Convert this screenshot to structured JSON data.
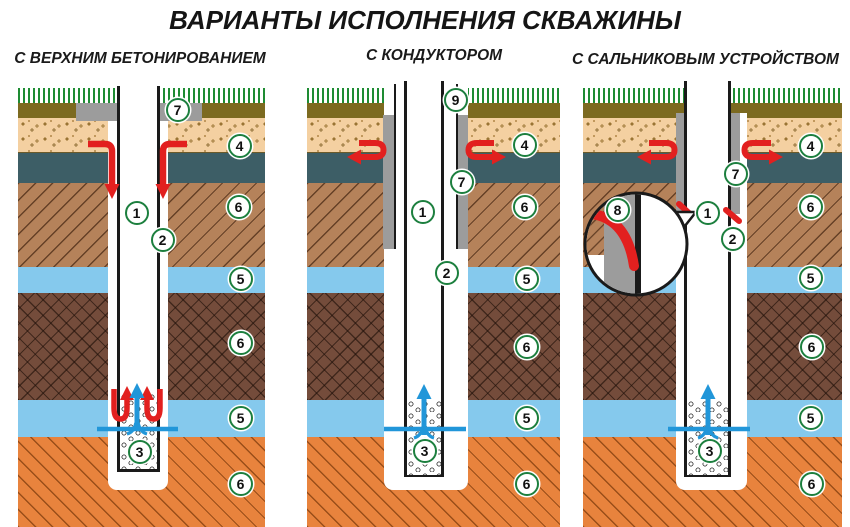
{
  "title": "ВАРИАНТЫ ИСПОЛНЕНИЯ СКВАЖИНЫ",
  "panels": [
    {
      "title": "С ВЕРХНИМ БЕТОНИРОВАНИЕМ",
      "badges": [
        {
          "label": "7"
        },
        {
          "label": "4"
        },
        {
          "label": "1"
        },
        {
          "label": "6"
        },
        {
          "label": "2"
        },
        {
          "label": "5"
        },
        {
          "label": "6"
        },
        {
          "label": "5"
        },
        {
          "label": "3"
        },
        {
          "label": "6"
        }
      ]
    },
    {
      "title": "С КОНДУКТОРОМ",
      "badges": [
        {
          "label": "9"
        },
        {
          "label": "4"
        },
        {
          "label": "7"
        },
        {
          "label": "1"
        },
        {
          "label": "6"
        },
        {
          "label": "2"
        },
        {
          "label": "5"
        },
        {
          "label": "6"
        },
        {
          "label": "5"
        },
        {
          "label": "3"
        },
        {
          "label": "6"
        }
      ]
    },
    {
      "title": "С САЛЬНИКОВЫМ УСТРОЙСТВОМ",
      "badges": [
        {
          "label": "4"
        },
        {
          "label": "7"
        },
        {
          "label": "8"
        },
        {
          "label": "1"
        },
        {
          "label": "6"
        },
        {
          "label": "2"
        },
        {
          "label": "5"
        },
        {
          "label": "6"
        },
        {
          "label": "5"
        },
        {
          "label": "3"
        },
        {
          "label": "6"
        }
      ]
    }
  ],
  "colors": {
    "seepage_arrow_red": "#e2201f",
    "inflow_arrow_blue": "#2196d9",
    "badge_border_green": "#1c7f3e",
    "grass_green": "#1e8c33",
    "topsoil_olive": "#7c6a20",
    "sand_layer": "#f4d0a1",
    "clay_teal": "#3d5e66",
    "loam_brown": "#b5825a",
    "aquifer_blue": "#85c9ed",
    "dense_clay_brown": "#744c3b",
    "water_sand_orange": "#e8833d",
    "concrete_gray": "#9c9c9c"
  }
}
